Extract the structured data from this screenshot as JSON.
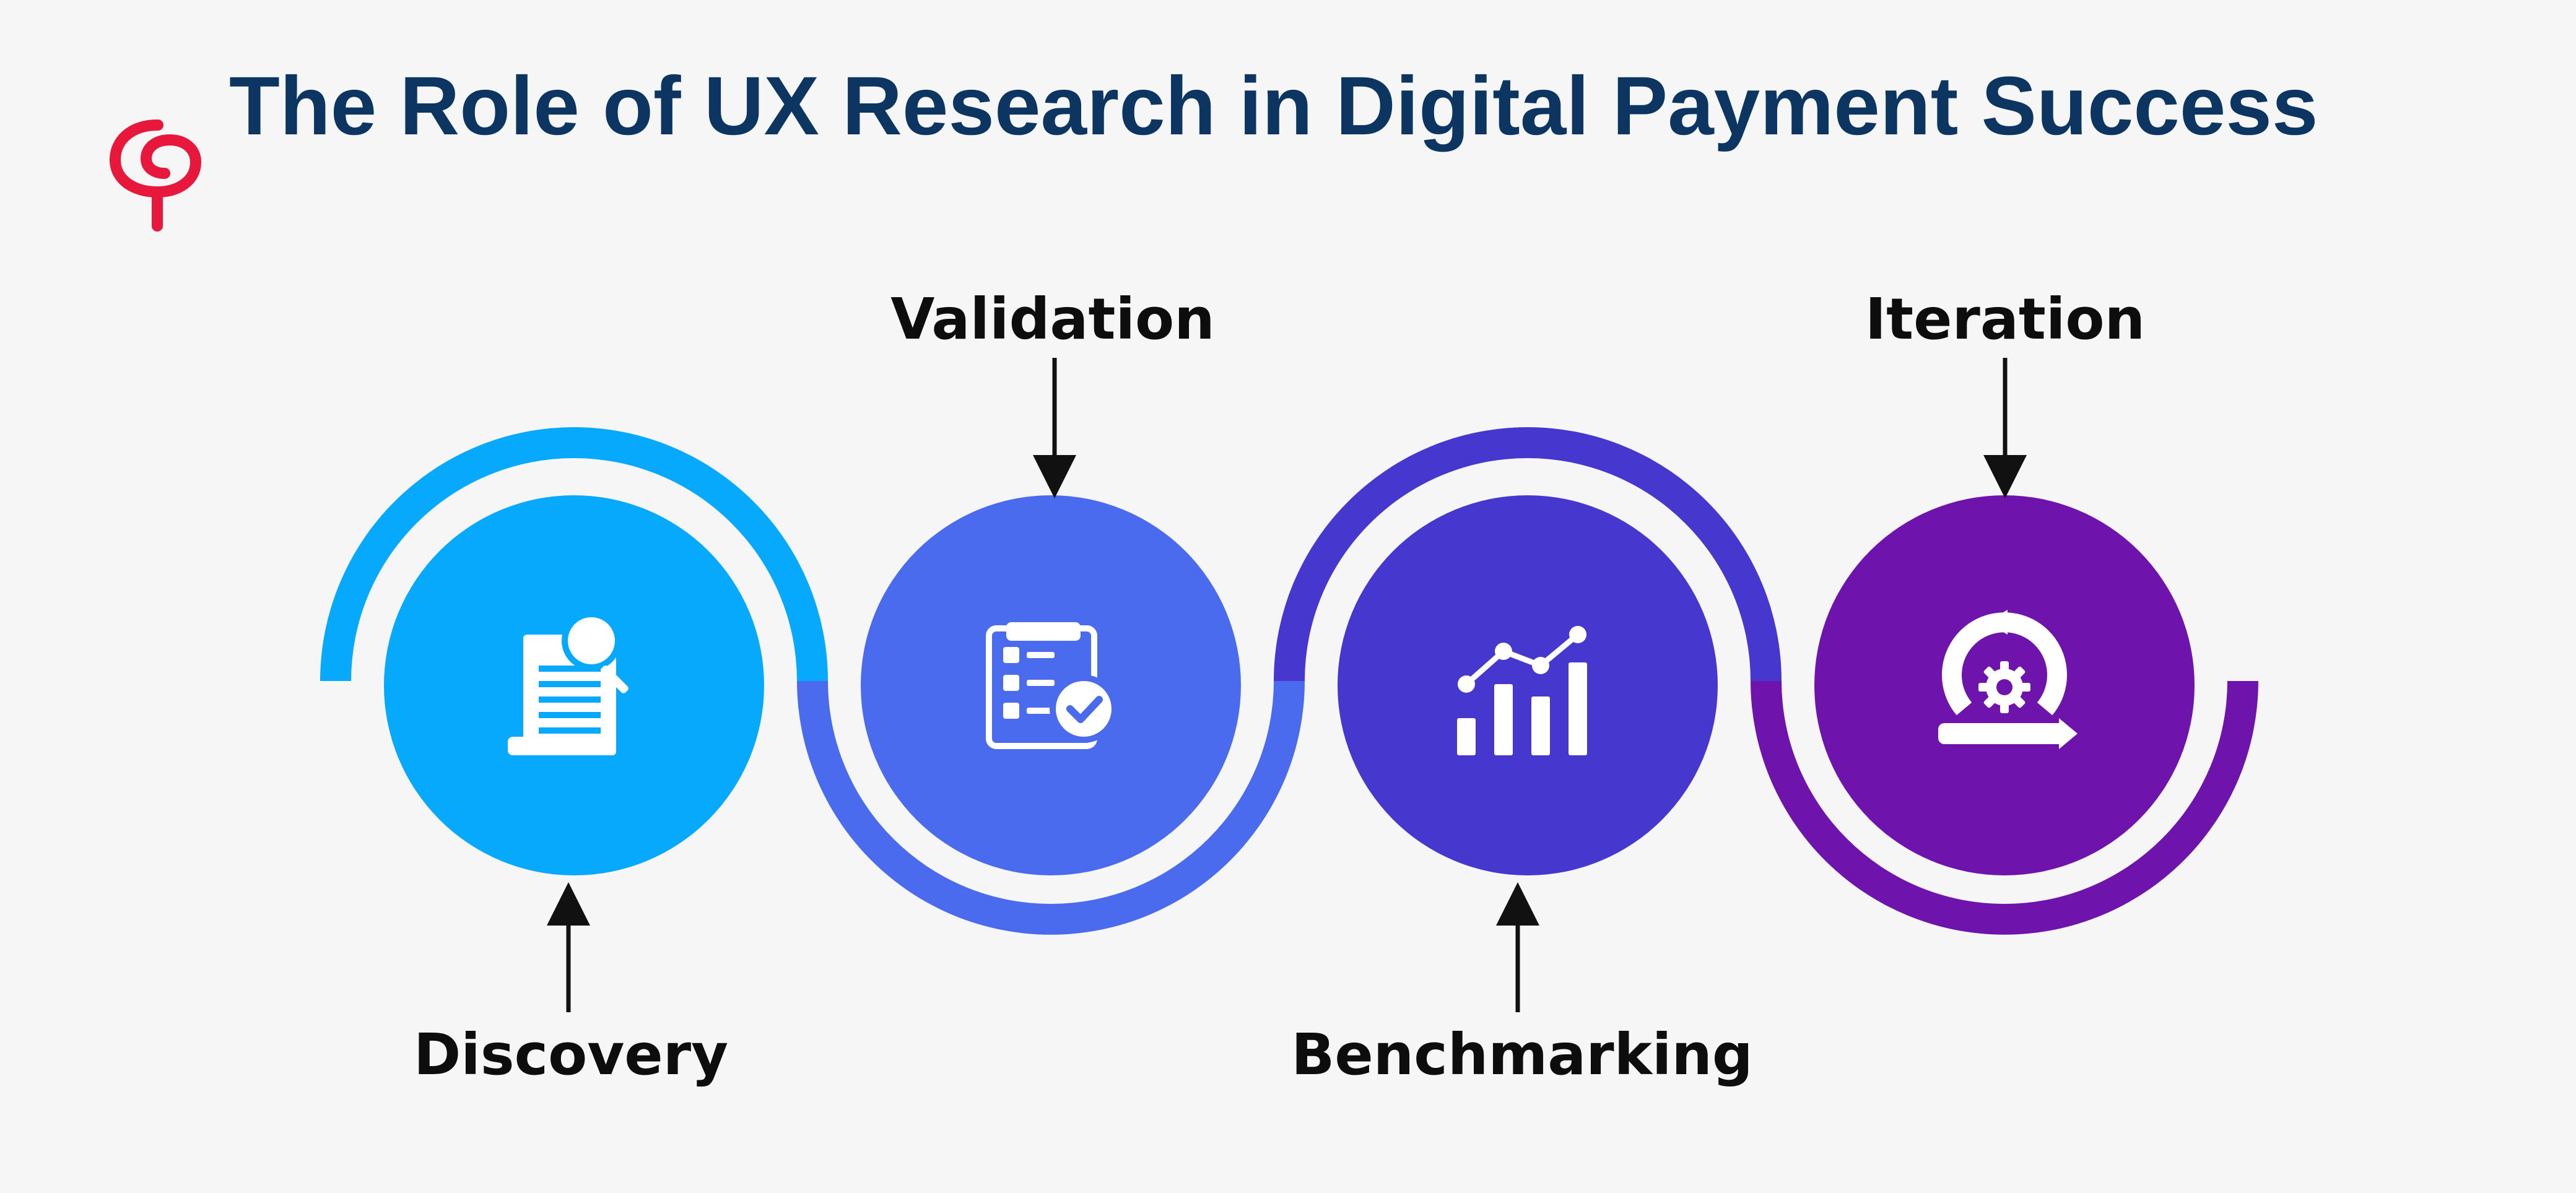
{
  "title": "The Role of UX Research in Digital Payment Success",
  "logo_icon": "brand-spiral-logo",
  "colors": {
    "background": "#f6f6f7",
    "title": "#0c3561",
    "logo": "#e8173c",
    "discovery": "#06a9fc",
    "validation": "#4b6bef",
    "benchmarking": "#4638cf",
    "iteration": "#6e14ad"
  },
  "stages": [
    {
      "label": "Discovery",
      "icon": "document-search-icon",
      "label_position": "below"
    },
    {
      "label": "Validation",
      "icon": "checklist-icon",
      "label_position": "above"
    },
    {
      "label": "Benchmarking",
      "icon": "bar-chart-trend-icon",
      "label_position": "below"
    },
    {
      "label": "Iteration",
      "icon": "cycle-gear-icon",
      "label_position": "above"
    }
  ]
}
